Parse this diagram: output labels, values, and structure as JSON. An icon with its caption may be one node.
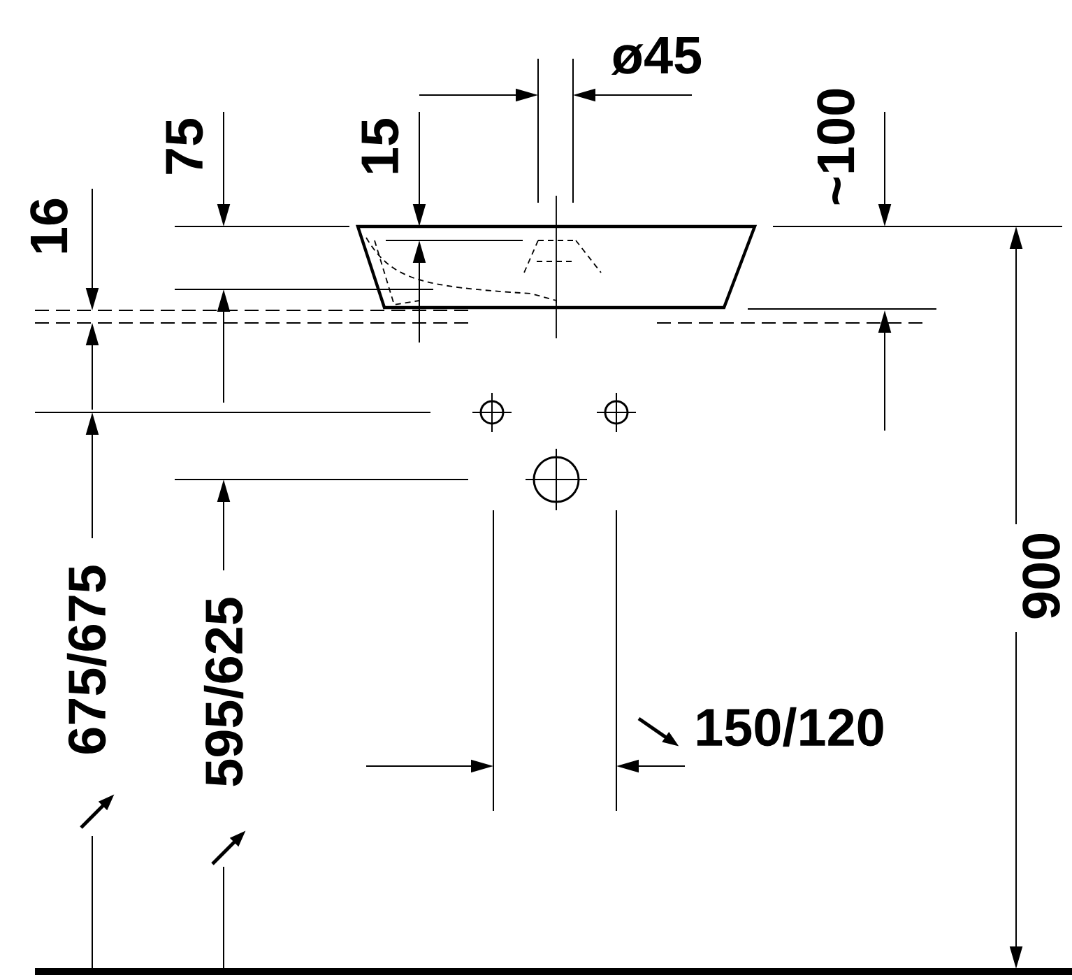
{
  "diagram": {
    "labels": [
      "ø45",
      "75",
      "15",
      "~100",
      "16",
      "900",
      "675/675",
      "595/625",
      "150/120"
    ]
  }
}
